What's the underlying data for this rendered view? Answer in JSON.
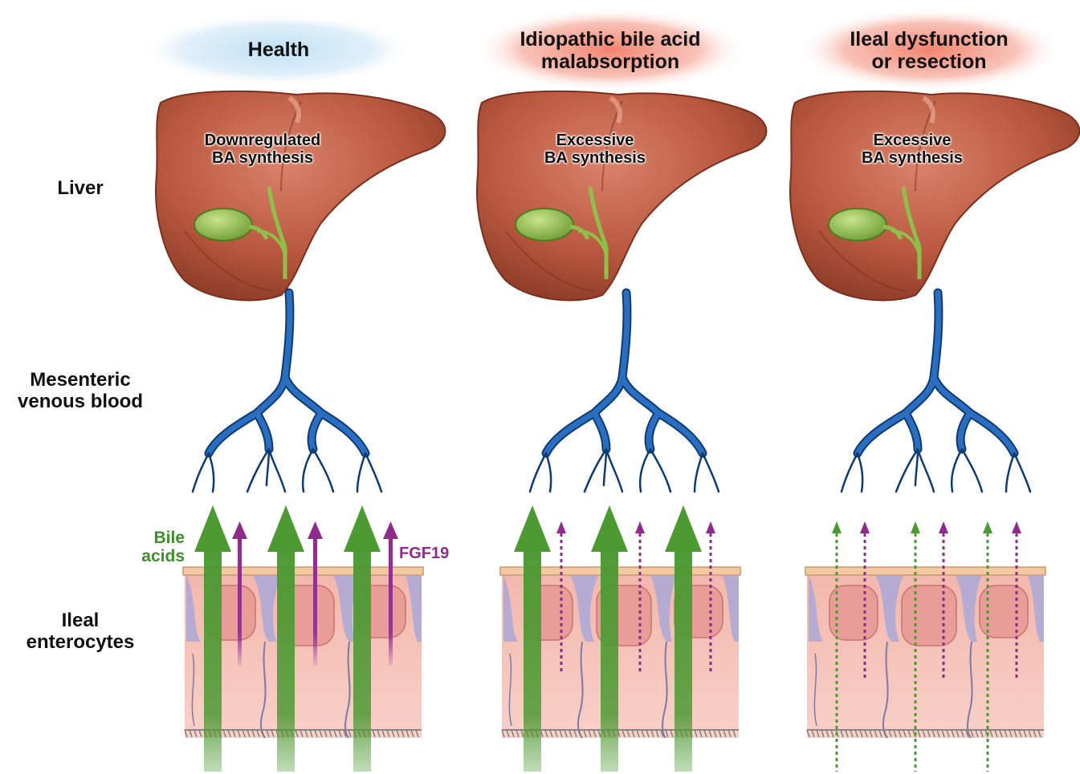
{
  "row_labels": {
    "liver": "Liver",
    "blood_line1": "Mesenteric",
    "blood_line2": "venous blood",
    "cells_line1": "Ileal",
    "cells_line2": "enterocytes"
  },
  "columns": [
    {
      "title_line1": "Health",
      "title_line2": "",
      "halo_color": "#bfe0f4",
      "liver_line1": "Downregulated",
      "liver_line2": "BA synthesis",
      "bile_acid_flow": "high",
      "fgf19_flow": "high"
    },
    {
      "title_line1": "Idiopathic bile acid",
      "title_line2": "malabsorption",
      "halo_color": "#f39a86",
      "liver_line1": "Excessive",
      "liver_line2": "BA synthesis",
      "bile_acid_flow": "high",
      "fgf19_flow": "low"
    },
    {
      "title_line1": "Ileal dysfunction",
      "title_line2": "or resection",
      "halo_color": "#f39a86",
      "liver_line1": "Excessive",
      "liver_line2": "BA synthesis",
      "bile_acid_flow": "low",
      "fgf19_flow": "low"
    }
  ],
  "key": {
    "bile_line1": "Bile",
    "bile_line2": "acids",
    "fgf19": "FGF19"
  },
  "colors": {
    "bile_acid": "#4d9a33",
    "fgf19": "#8e2b8c",
    "liver": "#b9583e",
    "gallbladder": "#8fbf4a",
    "vein": "#1f5fae",
    "enterocyte": "#f6c2b8",
    "nucleus": "#e79a95"
  }
}
